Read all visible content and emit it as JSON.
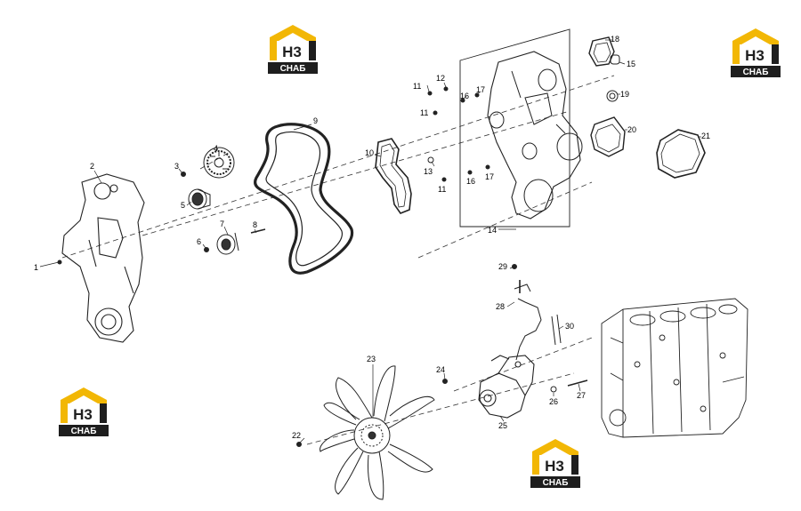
{
  "brand": {
    "mark": "H3",
    "word": "СНАБ",
    "colors": {
      "yellow": "#f2b705",
      "dark": "#1e1e1e"
    }
  },
  "callouts": [
    "1",
    "2",
    "3",
    "4",
    "5",
    "6",
    "7",
    "8",
    "9",
    "10",
    "11",
    "11",
    "11",
    "12",
    "13",
    "14",
    "15",
    "16",
    "16",
    "17",
    "17",
    "18",
    "19",
    "20",
    "21",
    "22",
    "23",
    "24",
    "25",
    "26",
    "27",
    "28",
    "29",
    "30"
  ]
}
